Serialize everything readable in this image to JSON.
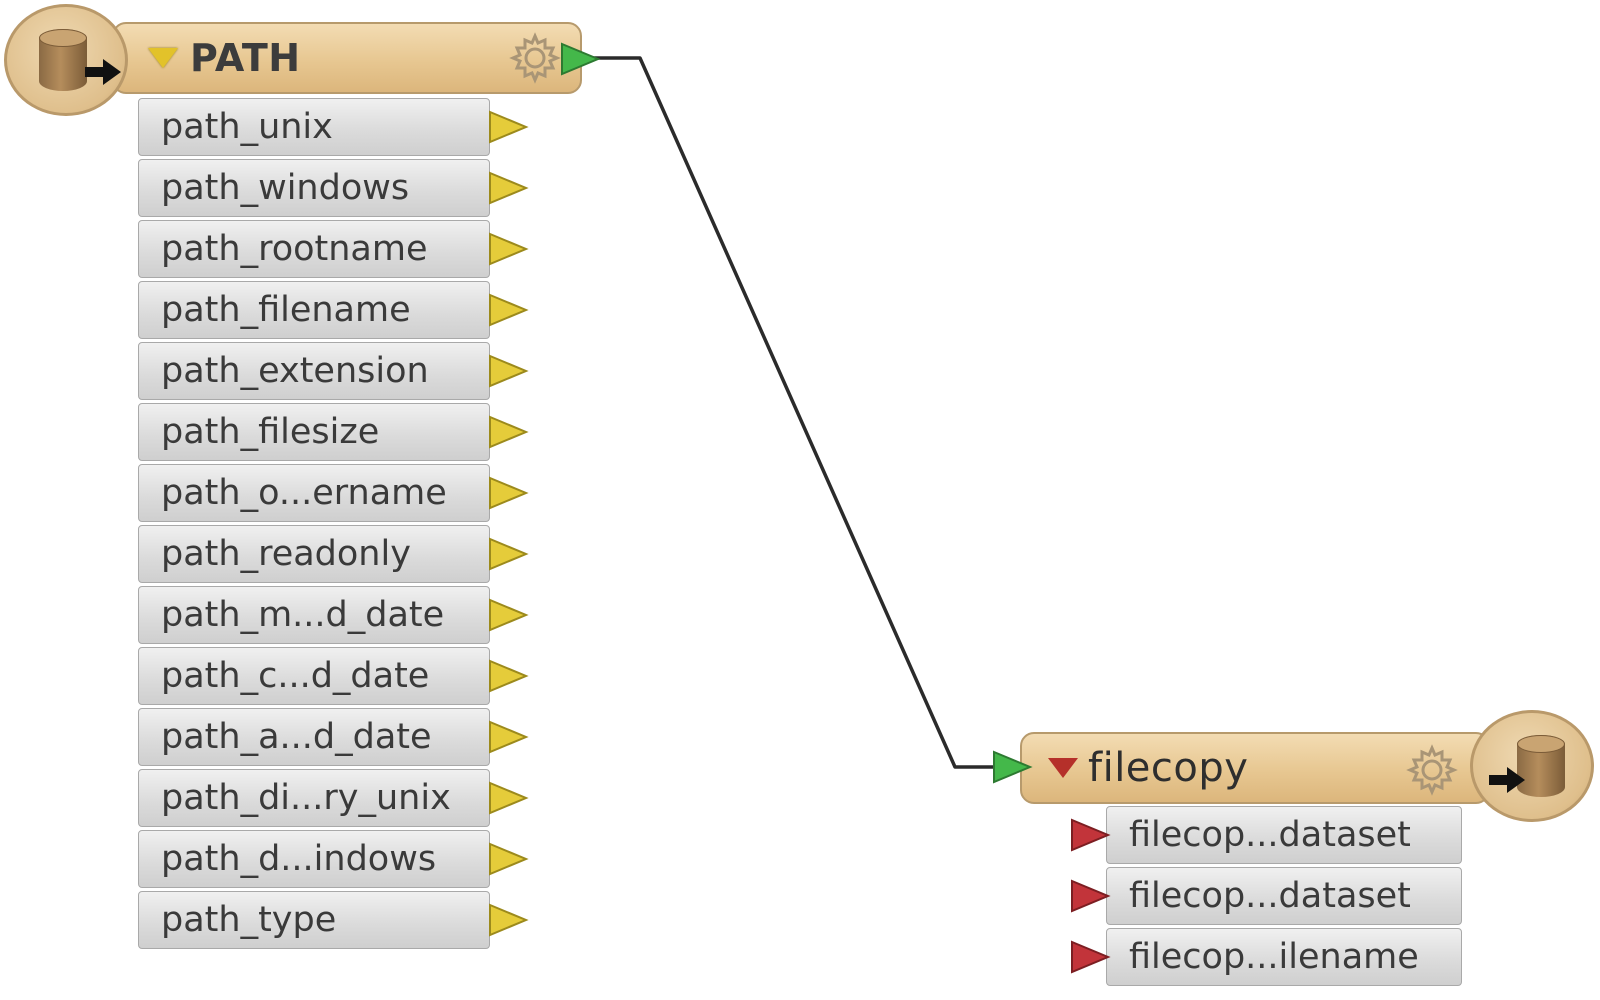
{
  "workspace": {
    "reader_node": {
      "title": "PATH",
      "attributes": [
        "path_unix",
        "path_windows",
        "path_rootname",
        "path_filename",
        "path_extension",
        "path_filesize",
        "path_o...ername",
        "path_readonly",
        "path_m...d_date",
        "path_c...d_date",
        "path_a...d_date",
        "path_di...ry_unix",
        "path_d...indows",
        "path_type"
      ],
      "icons": {
        "disc": "database-reader-icon",
        "collapse": "collapse-triangle-icon",
        "settings": "gear-icon",
        "output": "output-port-icon"
      },
      "colors": {
        "header": "#e7c791",
        "collapse_triangle": "#e2c22a",
        "output_port": "#44b84a",
        "attribute_port": "#e5cc3a"
      }
    },
    "writer_node": {
      "title": "filecopy",
      "attributes": [
        "filecop...dataset",
        "filecop...dataset",
        "filecop...ilename"
      ],
      "icons": {
        "disc": "database-writer-icon",
        "collapse": "collapse-triangle-icon",
        "settings": "gear-icon",
        "input": "input-port-icon"
      },
      "colors": {
        "header": "#e7c791",
        "collapse_triangle": "#b5302a",
        "input_port": "#44b84a",
        "attribute_port": "#c2343a"
      }
    },
    "connection": {
      "from": "PATH",
      "to": "filecopy",
      "color": "#2b2b2b"
    }
  }
}
